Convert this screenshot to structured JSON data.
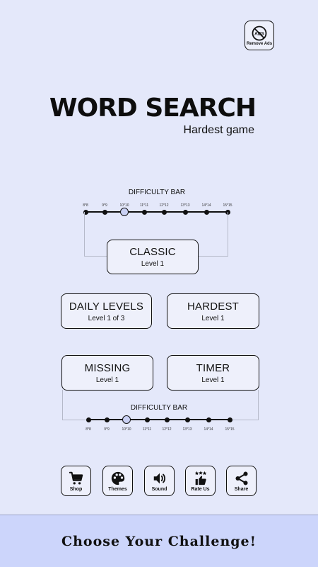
{
  "remove_ads": {
    "label": "Remove Ads",
    "icon_text": "ADS"
  },
  "header": {
    "title": "WORD SEARCH",
    "subtitle": "Hardest game"
  },
  "difficulty_top": {
    "title": "DIFFICULTY BAR",
    "ticks": [
      "8*8",
      "9*9",
      "10*10",
      "11*11",
      "12*12",
      "13*13",
      "14*14",
      "15*15"
    ],
    "active": "10*10"
  },
  "difficulty_bottom": {
    "title": "DIFFICULTY BAR",
    "ticks": [
      "8*8",
      "9*9",
      "10*10",
      "11*11",
      "12*12",
      "13*13",
      "14*14",
      "15*15"
    ],
    "active": "10*10"
  },
  "modes": {
    "classic": {
      "title": "CLASSIC",
      "sub": "Level 1"
    },
    "daily": {
      "title": "DAILY LEVELS",
      "sub": "Level 1 of 3"
    },
    "hardest": {
      "title": "HARDEST",
      "sub": "Level 1"
    },
    "missing": {
      "title": "MISSING",
      "sub": "Level 1"
    },
    "timer": {
      "title": "TIMER",
      "sub": "Level 1"
    }
  },
  "bottom_bar": {
    "shop": {
      "label": "Shop",
      "icon": "cart-icon"
    },
    "themes": {
      "label": "Themes",
      "icon": "palette-icon"
    },
    "sound": {
      "label": "Sound",
      "icon": "speaker-icon"
    },
    "rate": {
      "label": "Rate Us",
      "icon": "thumbs-up-icon"
    },
    "share": {
      "label": "Share",
      "icon": "share-icon"
    }
  },
  "footer": {
    "text": "Choose Your Challenge!"
  },
  "colors": {
    "background": "#e4e8fa",
    "footer": "#ccd5fb",
    "ink": "#111111",
    "active_dot": "#c9d0f3"
  }
}
